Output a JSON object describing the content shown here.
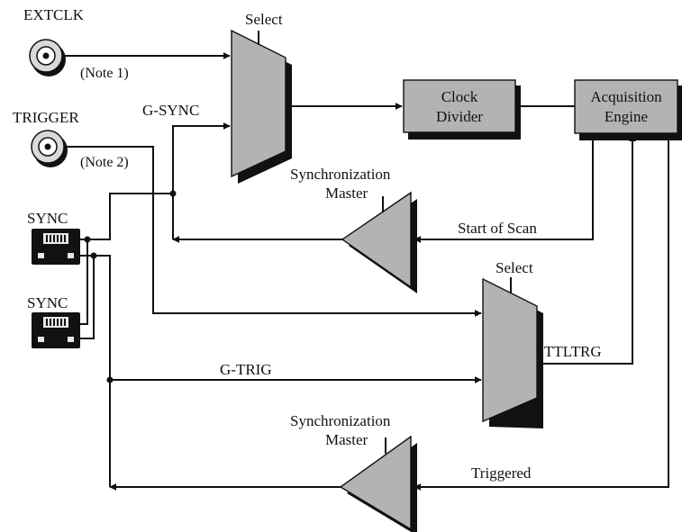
{
  "labels": {
    "extclk": "EXTCLK",
    "note1": "(Note 1)",
    "trigger": "TRIGGER",
    "note2": "(Note 2)",
    "gsync": "G-SYNC",
    "select_top": "Select",
    "select_bottom": "Select",
    "sync_a": "SYNC",
    "sync_b": "SYNC",
    "sync_master_top_line1": "Synchronization",
    "sync_master_top_line2": "Master",
    "sync_master_bottom_line1": "Synchronization",
    "sync_master_bottom_line2": "Master",
    "start_of_scan": "Start of Scan",
    "gtrig": "G-TRIG",
    "ttltrg": "TTLTRG",
    "triggered": "Triggered"
  },
  "blocks": {
    "clock_divider_line1": "Clock",
    "clock_divider_line2": "Divider",
    "acq_engine_line1": "Acquisition",
    "acq_engine_line2": "Engine"
  },
  "colors": {
    "block_fill": "#b3b3b3",
    "line": "#111111",
    "background": "#ffffff"
  }
}
